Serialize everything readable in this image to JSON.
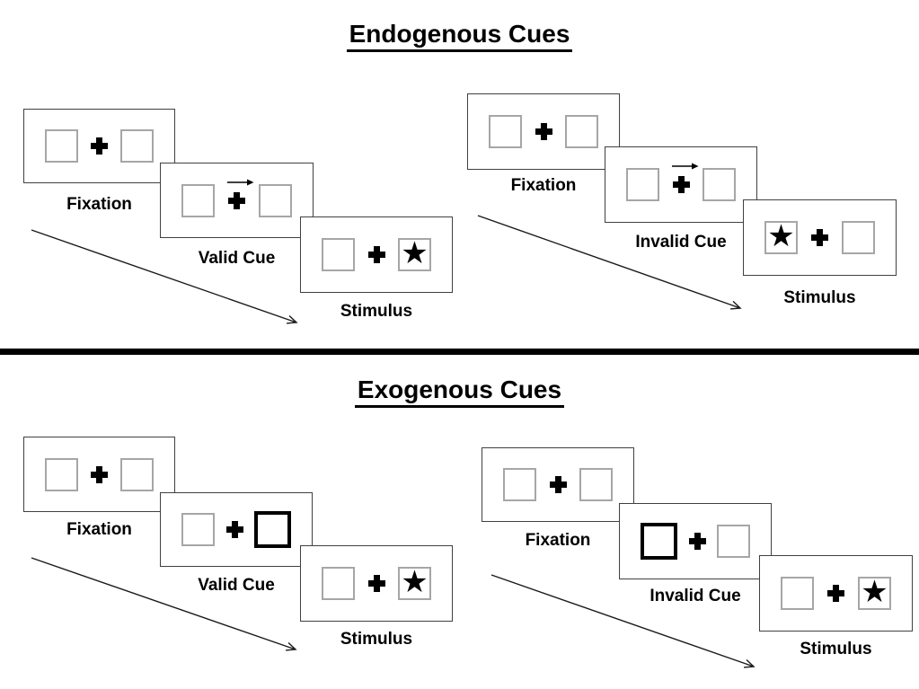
{
  "colors": {
    "ink": "#000000",
    "panel_border": "#404040",
    "placeholder_box_border": "#a6a6a6",
    "background": "#ffffff"
  },
  "sections": [
    {
      "title": "Endogenous Cues",
      "groups": [
        {
          "name": "endogenous-valid",
          "cue_style": "central-arrow-pointing-right",
          "panels": [
            {
              "label": "Fixation"
            },
            {
              "label": "Valid Cue",
              "cue": "arrow-right-above-fixation-cross"
            },
            {
              "label": "Stimulus",
              "right": "★"
            }
          ]
        },
        {
          "name": "endogenous-invalid",
          "cue_style": "central-arrow-pointing-right",
          "panels": [
            {
              "label": "Fixation"
            },
            {
              "label": "Invalid Cue",
              "cue": "arrow-right-above-fixation-cross"
            },
            {
              "label": "Stimulus",
              "left": "★"
            }
          ]
        }
      ]
    },
    {
      "title": "Exogenous Cues",
      "groups": [
        {
          "name": "exogenous-valid",
          "cue_style": "peripheral-box-brightening",
          "panels": [
            {
              "label": "Fixation"
            },
            {
              "label": "Valid Cue",
              "cue": "thick-right-box"
            },
            {
              "label": "Stimulus",
              "right": "★"
            }
          ]
        },
        {
          "name": "exogenous-invalid",
          "cue_style": "peripheral-box-brightening",
          "panels": [
            {
              "label": "Fixation"
            },
            {
              "label": "Invalid Cue",
              "cue": "thick-left-box"
            },
            {
              "label": "Stimulus",
              "right": "★"
            }
          ]
        }
      ]
    }
  ]
}
